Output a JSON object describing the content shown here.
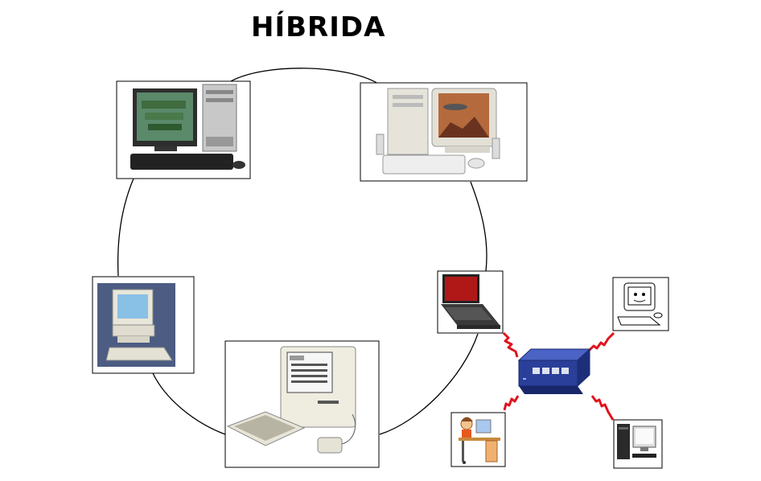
{
  "title": "HÍBRIDA",
  "diagram": {
    "ring_nodes": [
      "desktop-dark-monitor",
      "desktop-beige-tower",
      "laptop",
      "macintosh-classic",
      "retro-desktop"
    ],
    "star_hub": "network-switch",
    "star_nodes": [
      "laptop",
      "cartoon-computer",
      "desktop-small",
      "person-at-computer"
    ],
    "colors": {
      "ring_line": "#000000",
      "star_link": "#e0141e",
      "switch_body": "#2a3f9a"
    }
  }
}
